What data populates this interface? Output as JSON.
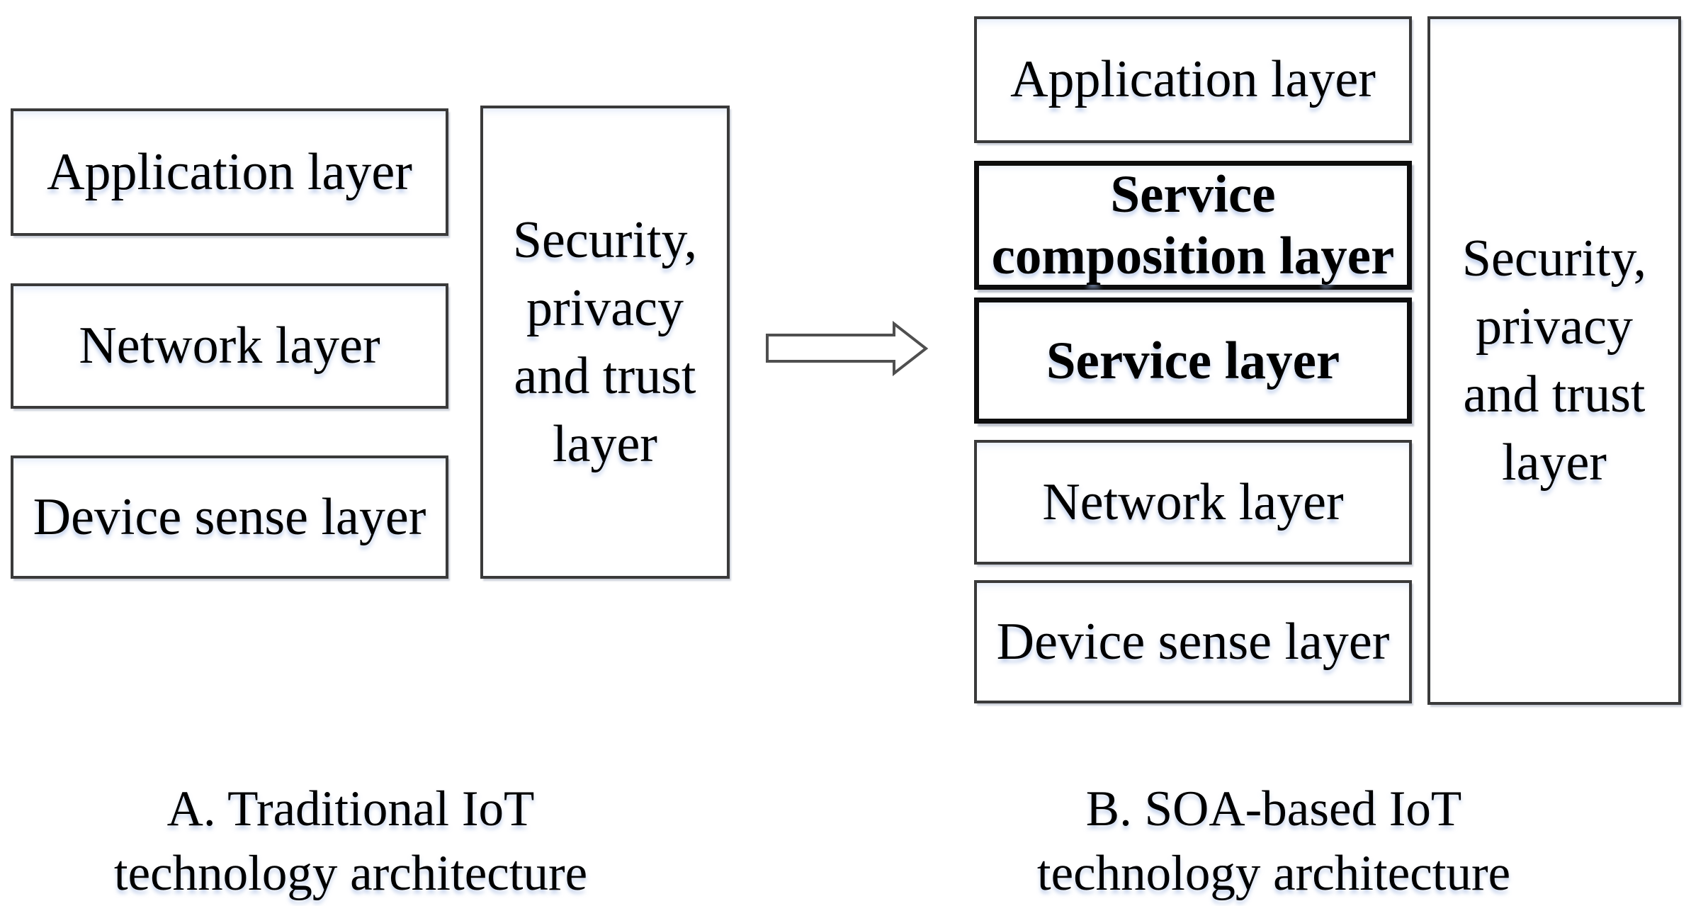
{
  "left": {
    "app": "Application layer",
    "network": "Network layer",
    "device": "Device sense layer",
    "security": [
      "Security,",
      "privacy",
      "and trust",
      "layer"
    ],
    "caption": [
      "A. Traditional IoT",
      "technology architecture"
    ]
  },
  "right": {
    "app": "Application layer",
    "service_composition": [
      "Service",
      "composition layer"
    ],
    "service": "Service layer",
    "network": "Network layer",
    "device": "Device sense layer",
    "security": [
      "Security,",
      "privacy",
      "and trust",
      "layer"
    ],
    "caption": [
      "B. SOA-based IoT",
      "technology architecture"
    ]
  },
  "arrow": {
    "direction": "right",
    "meaning": "transition from traditional to SOA-based architecture"
  },
  "colors": {
    "background": "#ffffff",
    "box_fill": "#ffffff",
    "box_border": "#3a3a3a",
    "bold_box_border": "#0d0d0d",
    "text": "#000000",
    "arrow_outline": "#4f4f4f",
    "glow_tint": "#9db4e0"
  }
}
